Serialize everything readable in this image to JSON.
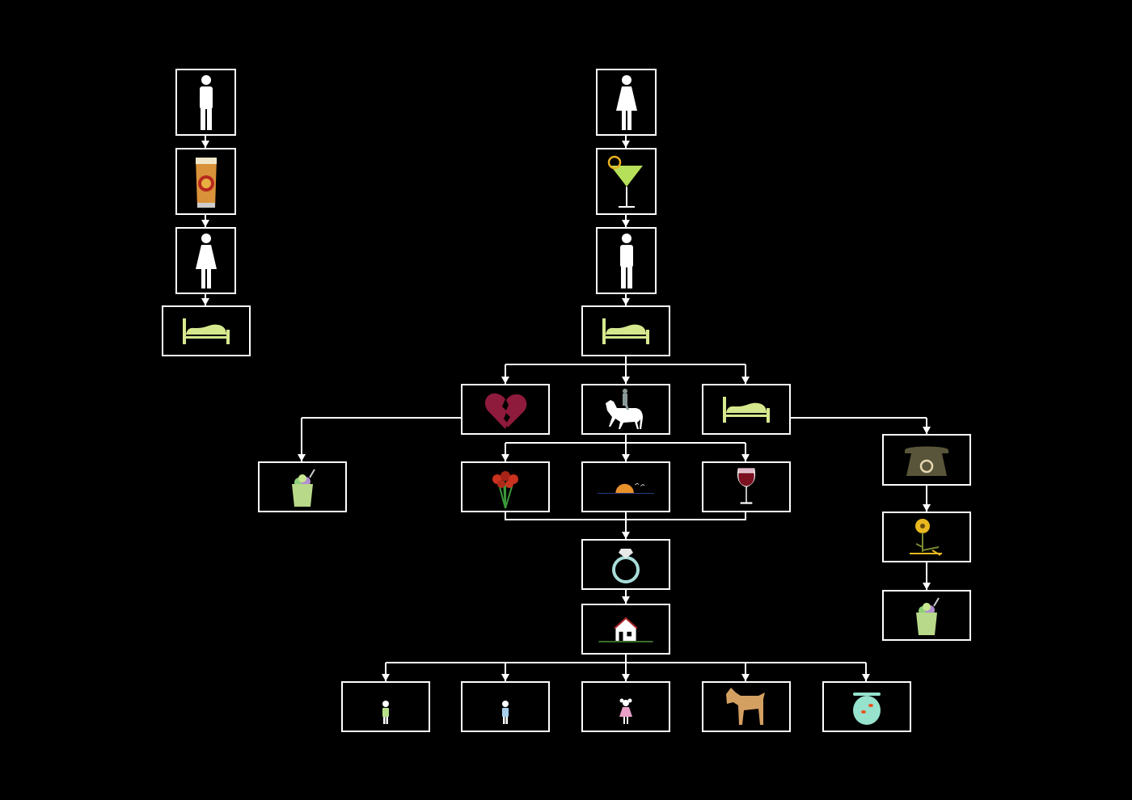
{
  "diagram": {
    "type": "flowchart",
    "nodes": [
      {
        "id": "l-man",
        "icon": "man-icon"
      },
      {
        "id": "l-beer",
        "icon": "beer-icon"
      },
      {
        "id": "l-woman",
        "icon": "woman-icon"
      },
      {
        "id": "l-bed",
        "icon": "bed-icon"
      },
      {
        "id": "c-woman",
        "icon": "woman-icon"
      },
      {
        "id": "c-martini",
        "icon": "martini-icon"
      },
      {
        "id": "c-man",
        "icon": "man-icon"
      },
      {
        "id": "c-bed",
        "icon": "bed-icon"
      },
      {
        "id": "heart",
        "icon": "broken-heart-icon"
      },
      {
        "id": "horse",
        "icon": "horse-rider-icon"
      },
      {
        "id": "bed2",
        "icon": "bed-icon"
      },
      {
        "id": "icecream1",
        "icon": "ice-cream-icon"
      },
      {
        "id": "roses",
        "icon": "roses-icon"
      },
      {
        "id": "sunset",
        "icon": "sunset-icon"
      },
      {
        "id": "wine",
        "icon": "wine-glass-icon"
      },
      {
        "id": "phone",
        "icon": "telephone-icon"
      },
      {
        "id": "flower",
        "icon": "wilted-flower-icon"
      },
      {
        "id": "icecream2",
        "icon": "ice-cream-icon"
      },
      {
        "id": "ring",
        "icon": "ring-icon"
      },
      {
        "id": "house",
        "icon": "house-icon"
      },
      {
        "id": "boy1",
        "icon": "child-boy-green-icon"
      },
      {
        "id": "boy2",
        "icon": "child-boy-blue-icon"
      },
      {
        "id": "girl",
        "icon": "child-girl-icon"
      },
      {
        "id": "dog",
        "icon": "dog-icon"
      },
      {
        "id": "fishbowl",
        "icon": "fishbowl-icon"
      }
    ],
    "colors": {
      "background": "#000000",
      "line": "#ffffff",
      "bed": "#d6e88e",
      "heart": "#8e1a3c",
      "ice_cream_cup": "#b8d98a",
      "rose": "#c8321e",
      "sun": "#e8902a",
      "wine": "#7a1020",
      "phone": "#58553a",
      "flower": "#e8b820",
      "ring": "#a8dcd8",
      "dog": "#d4a062",
      "fishbowl": "#96e2cc"
    }
  }
}
